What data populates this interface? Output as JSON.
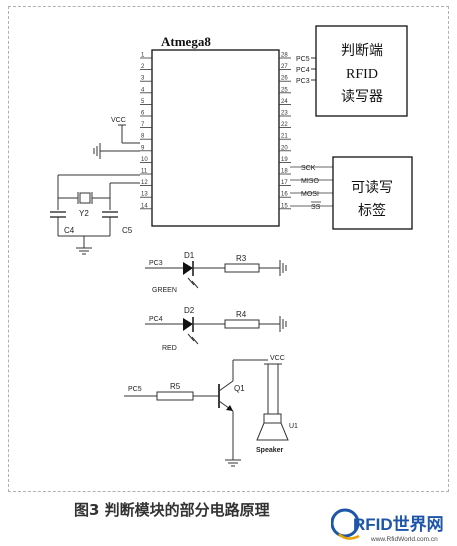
{
  "mcu": {
    "name": "Atmega8"
  },
  "left_pins": [
    "1",
    "2",
    "3",
    "4",
    "5",
    "6",
    "7",
    "8",
    "9",
    "10",
    "11",
    "12",
    "13",
    "14"
  ],
  "right_pins": [
    "28",
    "27",
    "26",
    "25",
    "24",
    "23",
    "22",
    "21",
    "20",
    "19",
    "18",
    "17",
    "16",
    "15"
  ],
  "pc_right": [
    "PC5",
    "PC4",
    "PC3"
  ],
  "rfid_box": {
    "line1": "判断端",
    "line2": "RFID",
    "line3": "读写器"
  },
  "tag_box": {
    "line1": "可读写",
    "line2": "标签"
  },
  "spi": {
    "sck": "SCK",
    "miso": "MISO",
    "mosi": "MOSI",
    "ss": "SS"
  },
  "power": {
    "vcc_left": "VCC",
    "vcc_right": "VCC"
  },
  "crystal": {
    "y2": "Y2",
    "c4": "C4",
    "c5": "C5"
  },
  "led1": {
    "pc": "PC3",
    "d": "D1",
    "r": "R3",
    "color": "GREEN"
  },
  "led2": {
    "pc": "PC4",
    "d": "D2",
    "r": "R4",
    "color": "RED"
  },
  "speaker_circuit": {
    "pc": "PC5",
    "r": "R5",
    "q": "Q1",
    "u": "U1",
    "speaker": "Speaker"
  },
  "caption": "图3 判断模块的部分电路原理",
  "watermark": {
    "brand": "RFID世界网",
    "url": "www.RfidWorld.com.cn"
  }
}
